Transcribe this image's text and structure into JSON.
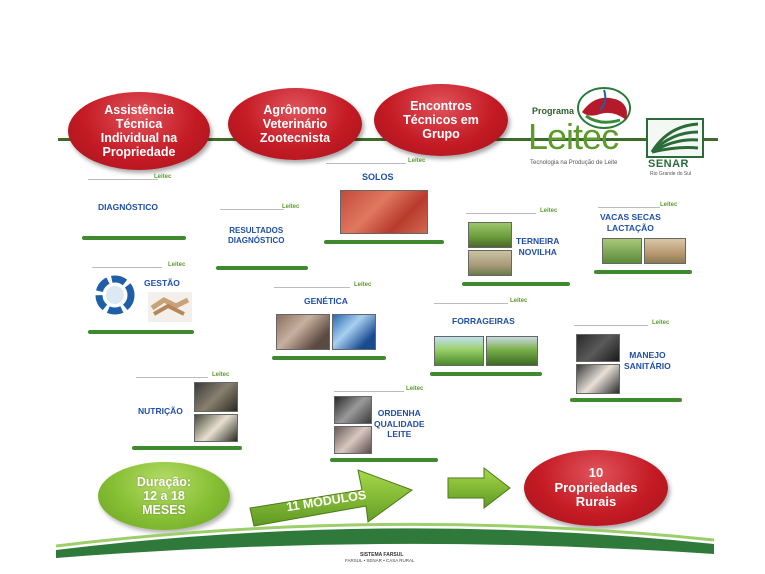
{
  "top_bubbles": [
    {
      "text": "Assistência\nTécnica\nIndividual na\nPropriedade"
    },
    {
      "text": "Agrônomo\nVeterinário\nZootecnista"
    },
    {
      "text": "Encontros\nTécnicos em\nGrupo"
    }
  ],
  "logo": {
    "programa": "Programa",
    "name": "Leitec",
    "tagline": "Tecnologia na Produção de Leite",
    "mini": "Leitec"
  },
  "senar": {
    "name": "SENAR",
    "region": "Rio Grande do Sul"
  },
  "modules": [
    {
      "id": "diagnostico",
      "label": "DIAGNÓSTICO"
    },
    {
      "id": "solos",
      "label": "SOLOS"
    },
    {
      "id": "resultados",
      "label": "RESULTADOS\nDIAGNÓSTICO"
    },
    {
      "id": "terneira",
      "label": "TERNEIRA\nNOVILHA"
    },
    {
      "id": "vacas",
      "label": "VACAS SECAS\nLACTAÇÃO"
    },
    {
      "id": "gestao",
      "label": "GESTÃO"
    },
    {
      "id": "genetica",
      "label": "GENÉTICA"
    },
    {
      "id": "forrageiras",
      "label": "FORRAGEIRAS"
    },
    {
      "id": "manejo",
      "label": "MANEJO\nSANITÁRIO"
    },
    {
      "id": "nutricao",
      "label": "NUTRIÇÃO"
    },
    {
      "id": "ordenha",
      "label": "ORDENHA\nQUALIDADE\nLEITE"
    }
  ],
  "bottom": {
    "duration": "Duração:\n12 a 18\nMESES",
    "modules_count": "11 MÓDULOS",
    "properties": "10\nPropriedades\nRurais"
  },
  "footer": {
    "line1": "SISTEMA FARSUL",
    "line2": "FARSUL • SENAR • CASA RURAL"
  },
  "colors": {
    "red": "#c51b25",
    "green": "#86bf33",
    "dark_green": "#3f6b2a",
    "label_blue": "#1f4fa8"
  }
}
